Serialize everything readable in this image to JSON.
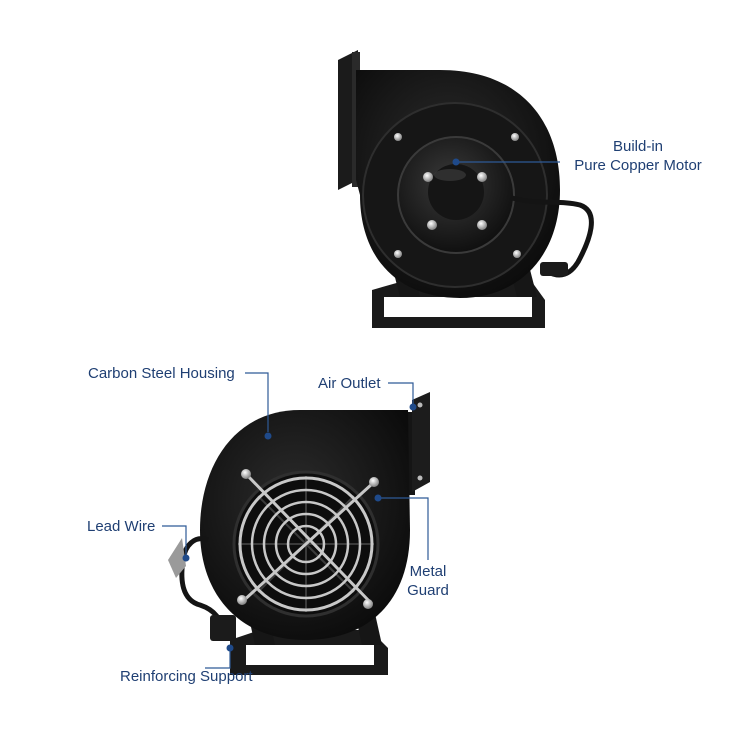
{
  "labels": {
    "motor_line1": "Build-in",
    "motor_line2": "Pure Copper Motor",
    "housing": "Carbon Steel Housing",
    "air_outlet": "Air Outlet",
    "lead_wire": "Lead Wire",
    "guard_line1": "Metal",
    "guard_line2": "Guard",
    "support": "Reinforcing Support"
  },
  "colors": {
    "label_text": "#1f3f73",
    "leader_line": "#2e5a96",
    "dot": "#1f4a8a",
    "body": "#141414",
    "metal": "#c8c8c8"
  }
}
